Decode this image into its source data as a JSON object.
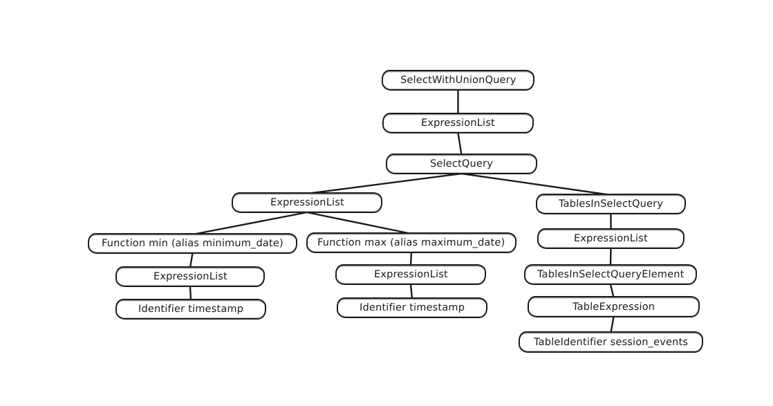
{
  "diagram": {
    "type": "tree",
    "description": "SQL query abstract syntax tree",
    "colors": {
      "background": "#ffffff",
      "node_fill": "#ffffff",
      "stroke": "#1b1b1b",
      "text": "#1b1b1b"
    },
    "nodes": [
      {
        "id": "n0",
        "label": "SelectWithUnionQuery"
      },
      {
        "id": "n1",
        "label": "ExpressionList"
      },
      {
        "id": "n2",
        "label": "SelectQuery"
      },
      {
        "id": "n3",
        "label": "ExpressionList"
      },
      {
        "id": "n4",
        "label": "TablesInSelectQuery"
      },
      {
        "id": "n5",
        "label": "Function min (alias minimum_date)"
      },
      {
        "id": "n6",
        "label": "Function max (alias maximum_date)"
      },
      {
        "id": "n7",
        "label": "ExpressionList"
      },
      {
        "id": "n8",
        "label": "ExpressionList"
      },
      {
        "id": "n9",
        "label": "ExpressionList"
      },
      {
        "id": "n10",
        "label": "TablesInSelectQueryElement"
      },
      {
        "id": "n11",
        "label": "Identifier timestamp"
      },
      {
        "id": "n12",
        "label": "Identifier timestamp"
      },
      {
        "id": "n13",
        "label": "TableExpression"
      },
      {
        "id": "n14",
        "label": "TableIdentifier session_events"
      }
    ],
    "edges": [
      [
        "n0",
        "n1"
      ],
      [
        "n1",
        "n2"
      ],
      [
        "n2",
        "n3"
      ],
      [
        "n2",
        "n4"
      ],
      [
        "n3",
        "n5"
      ],
      [
        "n3",
        "n6"
      ],
      [
        "n5",
        "n7"
      ],
      [
        "n7",
        "n11"
      ],
      [
        "n6",
        "n8"
      ],
      [
        "n8",
        "n12"
      ],
      [
        "n4",
        "n9"
      ],
      [
        "n9",
        "n10"
      ],
      [
        "n10",
        "n13"
      ],
      [
        "n13",
        "n14"
      ]
    ]
  }
}
